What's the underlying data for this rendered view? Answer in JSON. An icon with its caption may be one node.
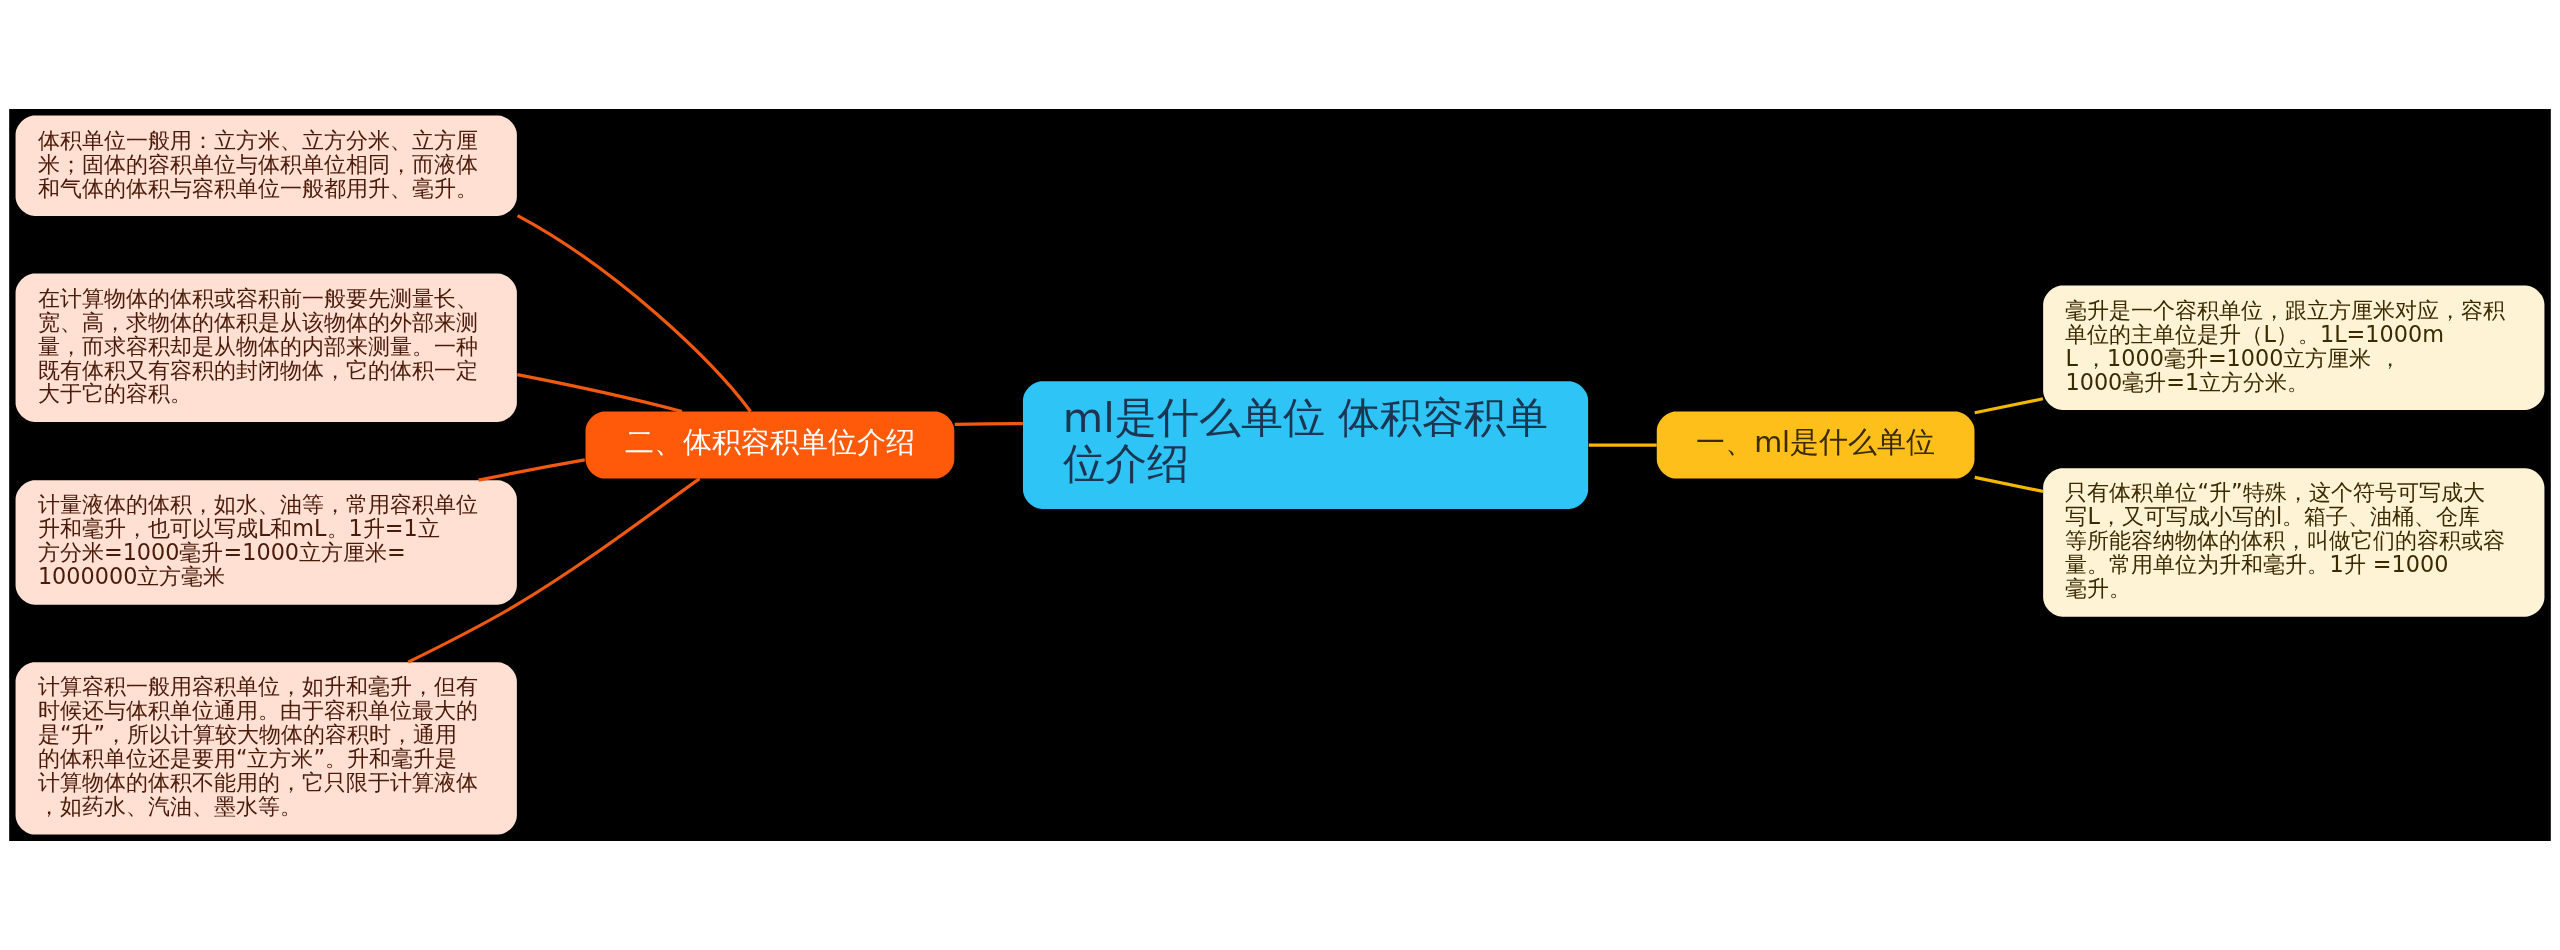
{
  "diagram": {
    "nodes": [
      {
        "text": [
          "ml是什么单位 体积容积单位介绍"
        ]
      },
      {
        "text": [
          "一、ml是什么单位"
        ]
      },
      {
        "text": [
          "毫升是一个容积单位，跟立方厘米对应，容积单位的主单位是升（L）。1L=1000mL ，1000毫升=1000立方厘米 ，1000毫升=1立方分米。"
        ]
      },
      {
        "text": [
          "只有体积单位“升”特殊，这个符号可写成大写L，又可写成小写的l。箱子、油桶、仓库等所能容纳物体的体积，叫做它们的容积或容量。常用单位为升和毫升。1升 =1000毫升。"
        ]
      },
      {
        "text": [
          "二、体积容积单位介绍"
        ]
      },
      {
        "text": [
          "体积单位一般用：立方米、立方分米、立方厘米；固体的容积单位与体积单位相同，而液体和气体的体积与容积单位一般都用升、毫升。"
        ]
      },
      {
        "text": [
          "在计算物体的体积或容积前一般要先测量长、宽、高，求物体的体积是从该物体的外部来测量，而求容积却是从物体的内部来测量。一种既有体积又有容积的封闭物体，它的体积一定大于它的容积。"
        ]
      },
      {
        "text": [
          "计量液体的体积，如水、油等，常用容积单位升和毫升，也可以写成L和mL。1升=1立方分米=1000毫升=1000立方厘米=1000000立方毫米"
        ]
      },
      {
        "text": [
          "计算容积一般用容积单位，如升和毫升，但有时候还与体积单位通用。由于容积单位最大的是“升”，所以计算较大物体的容积时，通用的体积单位还是要用“立方米”。升和毫升是计算物体的体积不能用的，它只限于计算液体，如药水、汽油、墨水等。"
        ]
      }
    ],
    "edges": [
      {
        "from": 0,
        "to": 1,
        "arrow": "none",
        "color": "#f5b800"
      },
      {
        "from": 1,
        "to": 2,
        "arrow": "none",
        "color": "#f5b800"
      },
      {
        "from": 1,
        "to": 3,
        "arrow": "none",
        "color": "#f5b800"
      },
      {
        "from": 0,
        "to": 4,
        "arrow": "none",
        "color": "#f05a10"
      },
      {
        "from": 4,
        "to": 5,
        "arrow": "none",
        "color": "#f05a10"
      },
      {
        "from": 4,
        "to": 6,
        "arrow": "none",
        "color": "#f05a10"
      },
      {
        "from": 4,
        "to": 7,
        "arrow": "none",
        "color": "#f05a10"
      },
      {
        "from": 4,
        "to": 8,
        "arrow": "none",
        "color": "#f05a10"
      }
    ]
  }
}
